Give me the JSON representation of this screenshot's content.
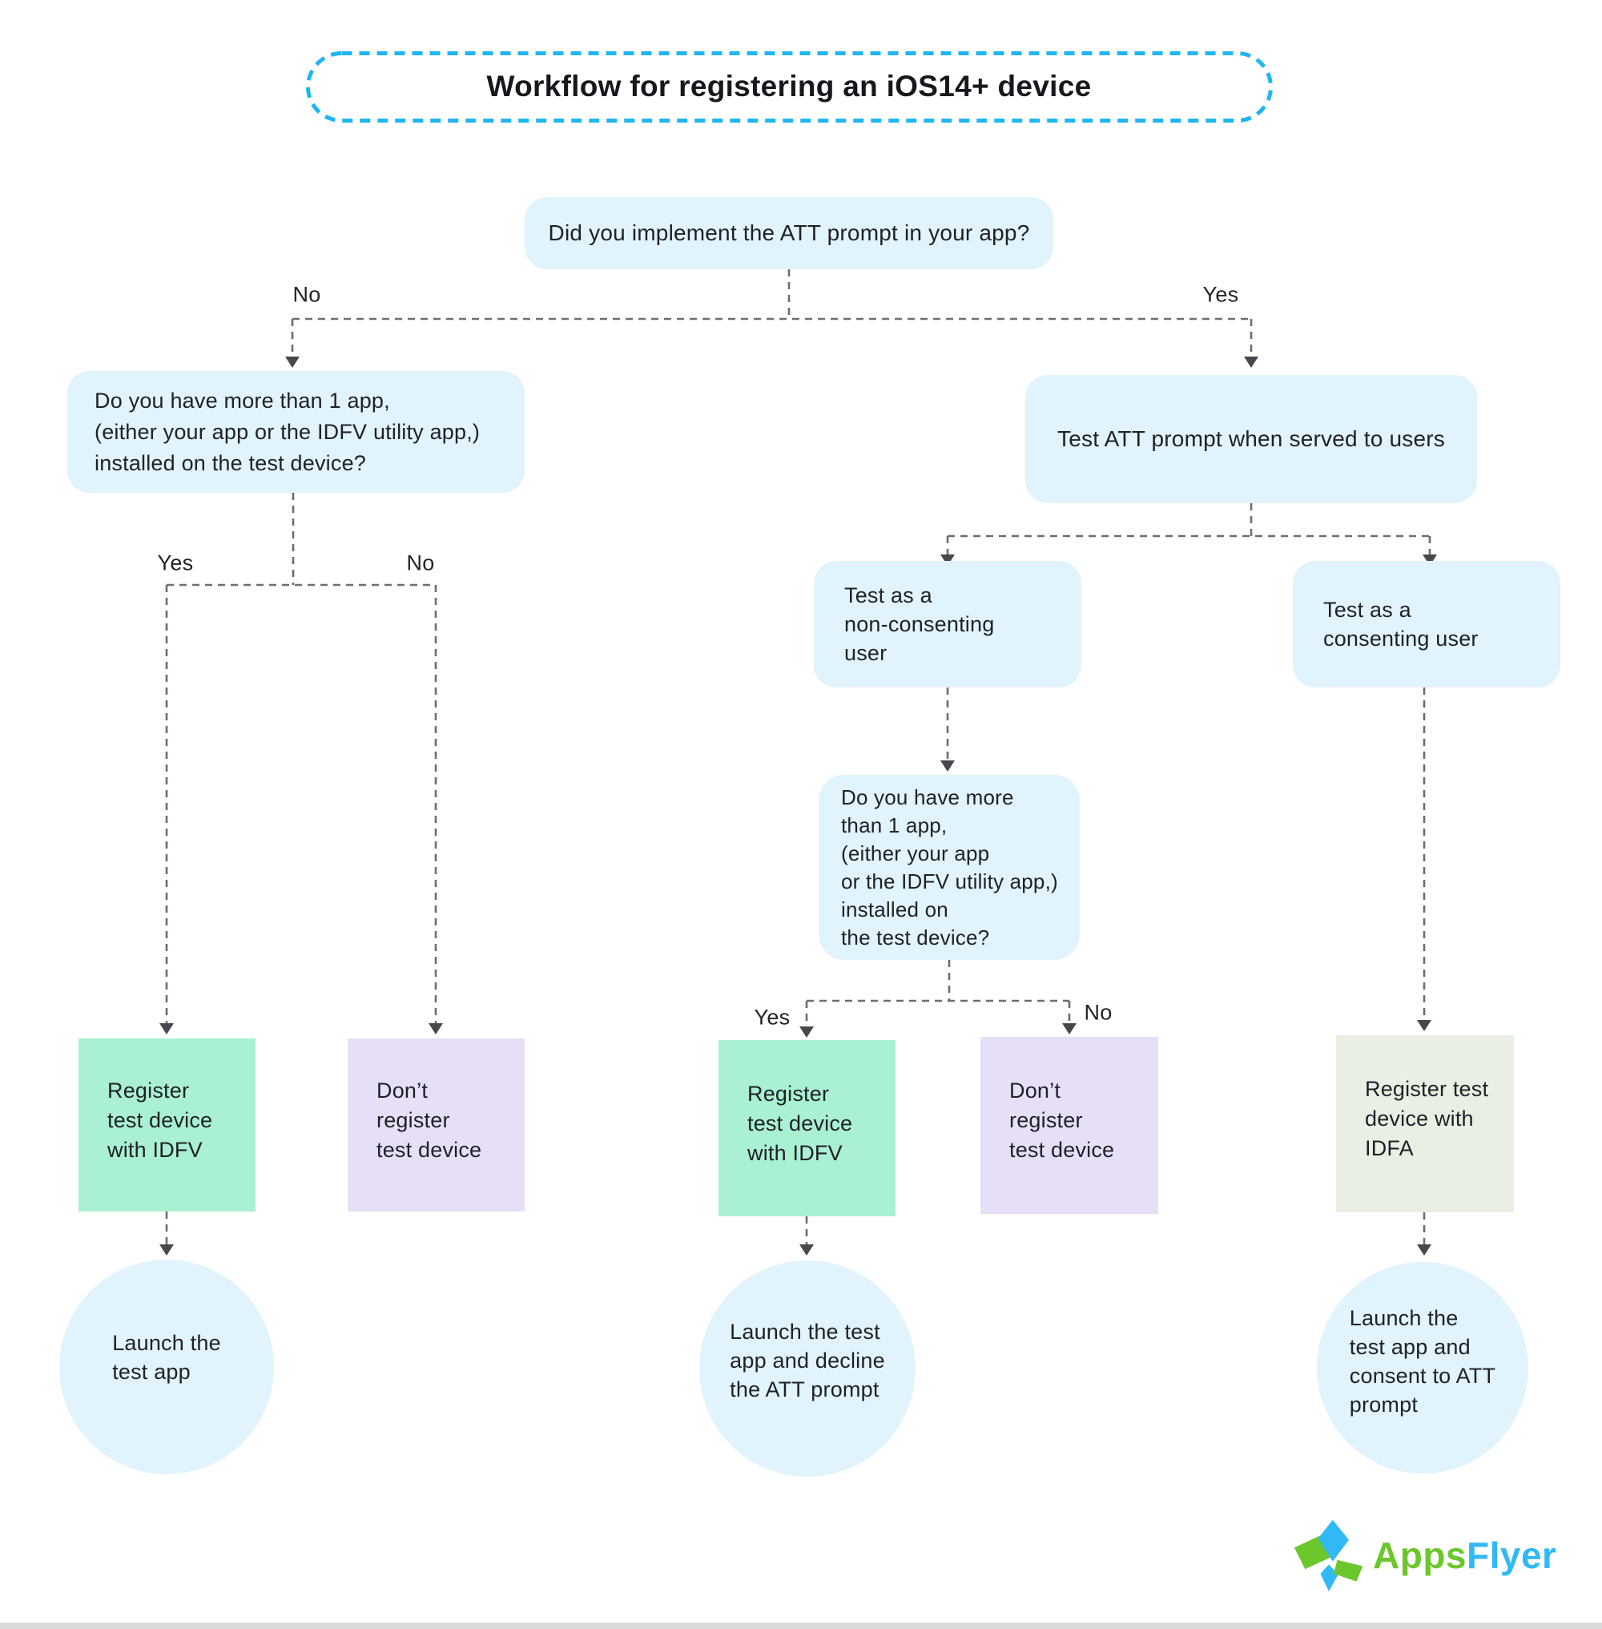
{
  "title": "Workflow for registering an iOS14+ device",
  "labels": {
    "yes": "Yes",
    "no": "No"
  },
  "nodes": {
    "top_question": {
      "text": "Did you implement the ATT prompt in your app?"
    },
    "left_question": {
      "lines": [
        "Do you have more than 1 app,",
        "(either your app or the IDFV utility app,)",
        "installed on the test device?"
      ]
    },
    "test_att": {
      "text": "Test ATT prompt when served to users"
    },
    "non_consenting": {
      "lines": [
        "Test as a",
        "non-consenting",
        "user"
      ]
    },
    "consenting": {
      "lines": [
        "Test as a",
        "consenting user"
      ]
    },
    "mid_question": {
      "lines": [
        "Do you have more",
        "than 1 app,",
        "(either your app",
        "or the IDFV utility app,)",
        "installed on",
        "the test device?"
      ]
    },
    "register_idfv": {
      "lines": [
        "Register",
        "test device",
        "with IDFV"
      ]
    },
    "dont_register": {
      "lines": [
        "Don’t",
        "register",
        "test device"
      ]
    },
    "register_idfa": {
      "lines": [
        "Register test",
        "device with",
        "IDFA"
      ]
    },
    "launch_left": {
      "lines": [
        "Launch the",
        "test app"
      ]
    },
    "launch_mid": {
      "lines": [
        "Launch the test",
        "app and decline",
        "the ATT prompt"
      ]
    },
    "launch_right": {
      "lines": [
        "Launch the",
        "test app and",
        "consent to ATT",
        "prompt"
      ]
    }
  },
  "logo": {
    "apps": "Apps",
    "flyer": "Flyer"
  },
  "colors": {
    "title_border": "#1fb6f2",
    "node_blue": "#e1f3fc",
    "node_green": "#aaf0d2",
    "node_purple": "#e7dff7",
    "node_sage": "#e9efe3",
    "connector_grey": "#6a6e72",
    "arrowhead_grey": "#45494d",
    "logo_green": "#6cc72d",
    "logo_blue": "#31b9f6"
  }
}
